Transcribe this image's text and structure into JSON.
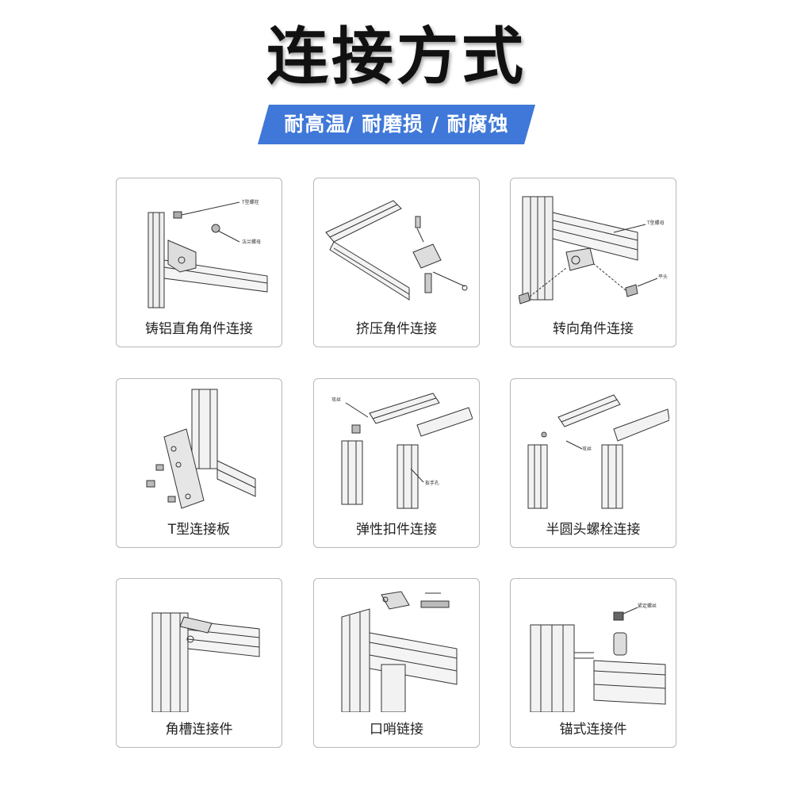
{
  "title": "连接方式",
  "subtitle": "耐高温/ 耐磨损 / 耐腐蚀",
  "banner_color": "#3f78d8",
  "cards": [
    {
      "label": "铸铝直角角件连接",
      "callouts": [
        "T型螺栓",
        "法兰螺母"
      ]
    },
    {
      "label": "挤压角件连接",
      "callouts": []
    },
    {
      "label": "转向角件连接",
      "callouts": [
        "T型螺母",
        "平头"
      ]
    },
    {
      "label": "T型连接板",
      "callouts": []
    },
    {
      "label": "弹性扣件连接",
      "callouts": [
        "攻丝",
        "扳手孔"
      ]
    },
    {
      "label": "半圆头螺栓连接",
      "callouts": [
        "攻丝"
      ]
    },
    {
      "label": "角槽连接件",
      "callouts": []
    },
    {
      "label": "口哨链接",
      "callouts": []
    },
    {
      "label": "锚式连接件",
      "callouts": [
        "紧定螺丝"
      ]
    }
  ]
}
